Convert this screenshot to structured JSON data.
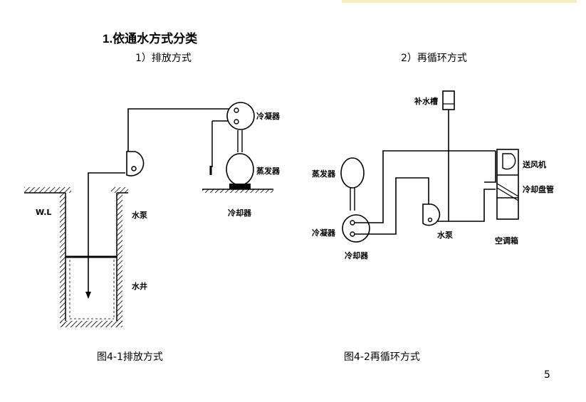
{
  "title": "1.依通水方式分类",
  "sub_left": "1）排放方式",
  "sub_right": "2）再循环方式",
  "caption_left": "图4-1排放方式",
  "caption_right": "图4-2再循环方式",
  "page_number": "5",
  "left_diagram": {
    "condenser": "冷凝器",
    "evaporator": "蒸发器",
    "cooling_unit": "冷却器",
    "water_level": "W.L",
    "pump": "水泵",
    "well": "水井"
  },
  "right_diagram": {
    "makeup_tank": "补水槽",
    "evaporator": "蒸发器",
    "condenser": "冷凝器",
    "cooling_unit": "冷却器",
    "fan": "送风机",
    "cooling_coil": "冷却盘管",
    "pump": "水泵",
    "ac_box": "空调箱"
  }
}
